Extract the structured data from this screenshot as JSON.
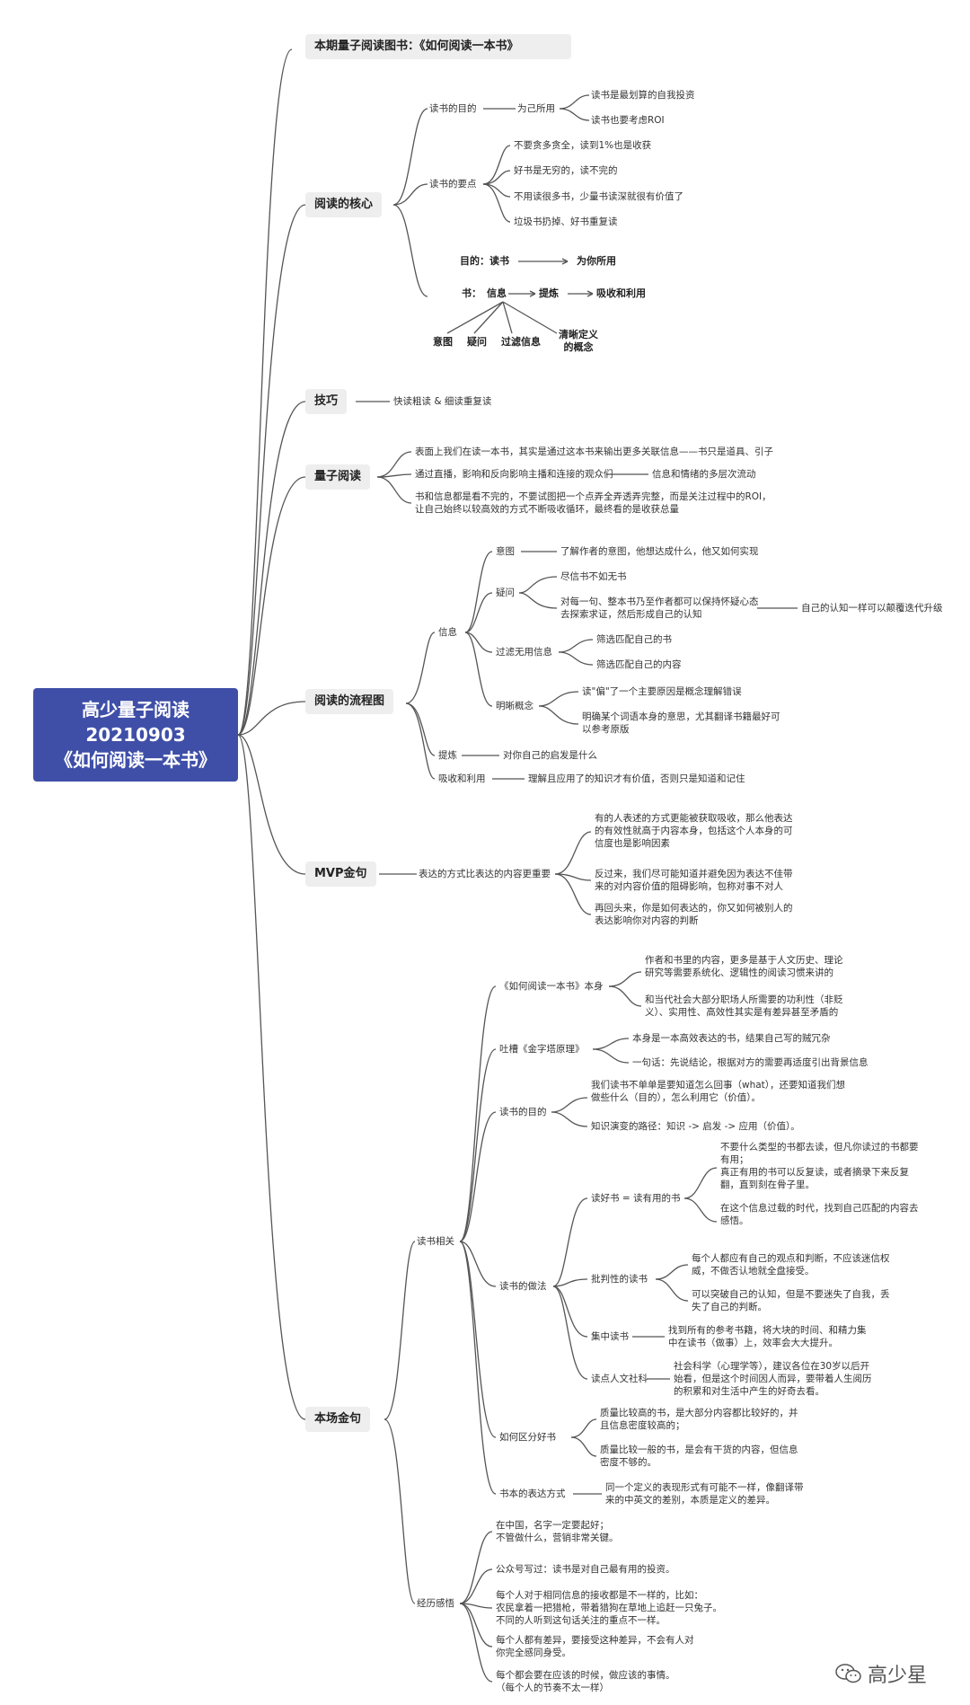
{
  "root": {
    "line1": "高少量子阅读",
    "line2": "20210903",
    "line3": "《如何阅读一本书》"
  },
  "watermark": "高少星",
  "branches": {
    "book": "本期量子阅读图书：《如何阅读一本书》",
    "core": {
      "label": "阅读的核心",
      "purpose": "读书的目的",
      "for_use": "为己所用",
      "invest": "读书是最划算的自我投资",
      "roi": "读书也要考虑ROI",
      "points": "读书的要点",
      "p1": "不要贪多贪全，读到1%也是收获",
      "p2": "好书是无穷的，读不完的",
      "p3": "不用读很多书，少量书读深就很有价值了",
      "p4": "垃圾书扔掉、好书重复读",
      "goal_label": "目的：读书",
      "goal_target": "为你所用",
      "book_label": "书：",
      "info": "信息",
      "refine": "提炼",
      "absorb": "吸收和利用",
      "intent": "意图",
      "doubt": "疑问",
      "filter": "过滤信息",
      "concept": "清晰定义\n的概念"
    },
    "skill": {
      "label": "技巧",
      "text": "快读粗读 & 细读重复读"
    },
    "quantum": {
      "label": "量子阅读",
      "q1": "表面上我们在读一本书，其实是通过这本书来输出更多关联信息——书只是道具、引子",
      "q2": "通过直播，影响和反向影响主播和连接的观众们",
      "q2b": "信息和情绪的多层次流动",
      "q3": "书和信息都是看不完的，不要试图把一个点弄全弄透弄完整，而是关注过程中的ROI，\n让自己始终以较高效的方式不断吸收循环，最终看的是收获总量"
    },
    "flow": {
      "label": "阅读的流程图",
      "info": "信息",
      "intent": "意图",
      "intent_text": "了解作者的意图，他想达成什么，他又如何实现",
      "doubt": "疑问",
      "doubt1": "尽信书不如无书",
      "doubt2": "对每一句、整本书乃至作者都可以保持怀疑心态\n去探索求证，然后形成自己的认知",
      "doubt3": "自己的认知一样可以颠覆迭代升级",
      "filter": "过滤无用信息",
      "filter1": "筛选匹配自己的书",
      "filter2": "筛选匹配自己的内容",
      "concept": "明晰概念",
      "concept1": "读\"偏\"了一个主要原因是概念理解错误",
      "concept2": "明确某个词语本身的意思，尤其翻译书籍最好可\n以参考原版",
      "refine": "提炼",
      "refine_text": "对你自己的启发是什么",
      "absorb": "吸收和利用",
      "absorb_text": "理解且应用了的知识才有价值，否则只是知道和记住"
    },
    "mvp": {
      "label": "MVP金句",
      "text": "表达的方式比表达的内容更重要",
      "m1": "有的人表述的方式更能被获取吸收，那么他表达\n的有效性就高于内容本身，包括这个人本身的可\n信度也是影响因素",
      "m2": "反过来，我们尽可能知道并避免因为表达不佳带\n来的对内容价值的阻碍影响，包称对事不对人",
      "m3": "再回头来，你是如何表达的，你又如何被别人的\n表达影响你对内容的判断"
    },
    "quotes": {
      "label": "本场金句",
      "reading": "读书相关",
      "book_self": "《如何阅读一本书》本身",
      "bs1": "作者和书里的内容，更多是基于人文历史、理论\n研究等需要系统化、逻辑性的阅读习惯来讲的",
      "bs2": "和当代社会大部分职场人所需要的功利性（非贬\n义）、实用性、高效性其实是有差异甚至矛盾的",
      "pyramid": "吐槽《金字塔原理》",
      "py1": "本身是一本高效表达的书，结果自己写的贼冗杂",
      "py2": "一句话：先说结论，根据对方的需要再适度引出背景信息",
      "purpose": "读书的目的",
      "pu1": "我们读书不单单是要知道怎么回事（what），还要知道我们想\n做些什么（目的），怎么利用它（价值）。",
      "pu2": "知识演变的路径：知识 -> 启发 -> 应用（价值）。",
      "method": "读书的做法",
      "good": "读好书 = 读有用的书",
      "g1": "不要什么类型的书都去读，但凡你读过的书都要\n有用；\n真正有用的书可以反复读，或者摘录下来反复\n翻，直到刻在骨子里。",
      "g2": "在这个信息过载的时代，找到自己匹配的内容去\n感悟。",
      "critical": "批判性的读书",
      "c1": "每个人都应有自己的观点和判断，不应该迷信权\n威，不做否认地就全盘接受。",
      "c2": "可以突破自己的认知，但是不要迷失了自我，丢\n失了自己的判断。",
      "focus": "集中读书",
      "f1": "找到所有的参考书籍，将大块的时间、和精力集\n中在读书（做事）上，效率会大大提升。",
      "humanities": "读点人文社科",
      "h1": "社会科学（心理学等），建议各位在30岁以后开\n始看，但是这个时间因人而异，要带着人生阅历\n的积累和对生活中产生的好奇去看。",
      "distinguish": "如何区分好书",
      "d1": "质量比较高的书，是大部分内容都比较好的，并\n且信息密度较高的；",
      "d2": "质量比较一般的书，是会有干货的内容，但信息\n密度不够的。",
      "expression": "书本的表达方式",
      "e1": "同一个定义的表现形式有可能不一样，像翻译带\n来的中英文的差别，本质是定义的差异。",
      "exp": "经历感悟",
      "x1": "在中国，名字一定要起好；\n不管做什么，营销非常关键。",
      "x2": "公众号写过：读书是对自己最有用的投资。",
      "x3": "每个人对于相同信息的接收都是不一样的，比如：\n农民拿着一把猎枪，带着猎狗在草地上追赶一只兔子。\n不同的人听到这句话关注的重点不一样。",
      "x4": "每个人都有差异，要接受这种差异，不会有人对\n你完全感同身受。",
      "x5": "每个都会要在应该的时候，做应该的事情。\n（每个人的节奏不太一样）"
    }
  }
}
